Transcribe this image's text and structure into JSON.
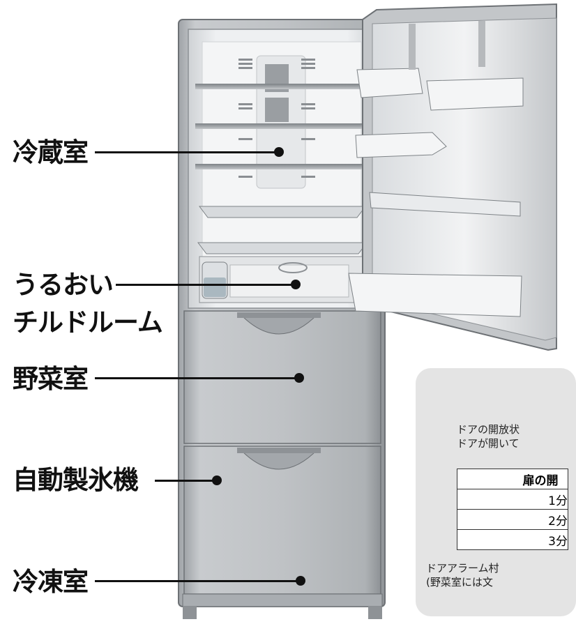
{
  "labels": {
    "refrigerator": "冷蔵室",
    "chilled_room_line1": "うるおい",
    "chilled_room_line2": "チルドルーム",
    "vegetable": "野菜室",
    "icemaker": "自動製氷機",
    "freezer": "冷凍室"
  },
  "info_panel": {
    "line1": "ドアの開放状",
    "line2": "ドアが開いて",
    "table_header": "扉の開",
    "rows": [
      "1分",
      "2分",
      "3分"
    ],
    "footer1": "ドアアラーム村",
    "footer2": "(野菜室には文"
  },
  "colors": {
    "body_silver": "#b9bcbf",
    "interior": "#eceef0",
    "line": "#111111",
    "panel": "#e4e4e4"
  }
}
